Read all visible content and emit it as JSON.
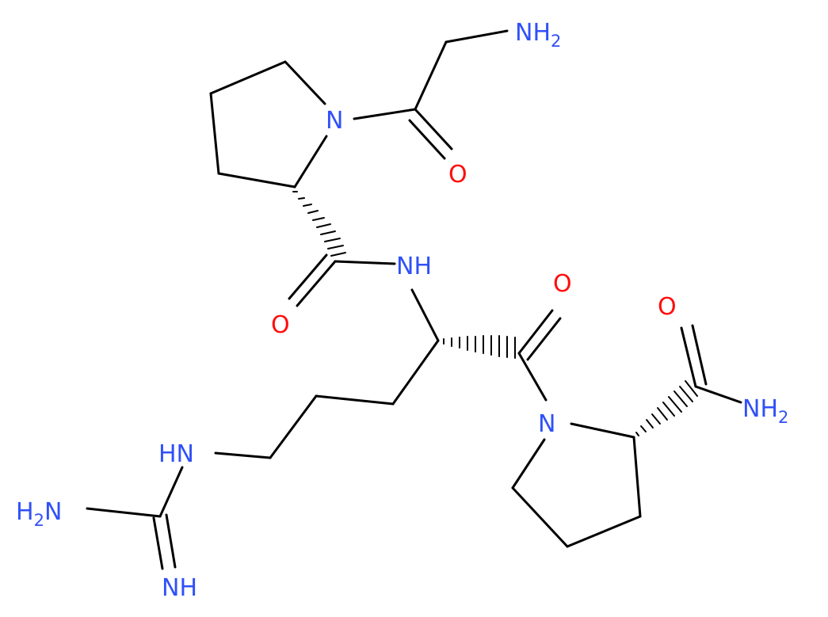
{
  "colors": {
    "bond": "#000000",
    "nitrogen": "#3050f8",
    "oxygen": "#ff0d0d",
    "background": "#ffffff"
  },
  "labels": {
    "terminal_amine": {
      "main": "NH",
      "sub": "2",
      "color": "nitrogen"
    },
    "proline1_n": {
      "main": "N",
      "color": "nitrogen"
    },
    "glycyl_carbonyl_o": {
      "main": "O",
      "color": "oxygen"
    },
    "amide_nh": {
      "main": "NH",
      "color": "nitrogen"
    },
    "pro_carbonyl_o": {
      "main": "O",
      "color": "oxygen"
    },
    "arg_carbonyl_o": {
      "main": "O",
      "color": "oxygen"
    },
    "carboxamide_o": {
      "main": "O",
      "color": "oxygen"
    },
    "carboxamide_nh2": {
      "main": "NH",
      "sub": "2",
      "color": "nitrogen"
    },
    "proline2_n": {
      "main": "N",
      "color": "nitrogen"
    },
    "guanidine_hn": {
      "main": "HN",
      "color": "nitrogen"
    },
    "guanidine_h2n": {
      "pre": "H",
      "sub": "2",
      "main": "N",
      "color": "nitrogen"
    },
    "guanidine_imine": {
      "main": "NH",
      "color": "nitrogen"
    }
  }
}
